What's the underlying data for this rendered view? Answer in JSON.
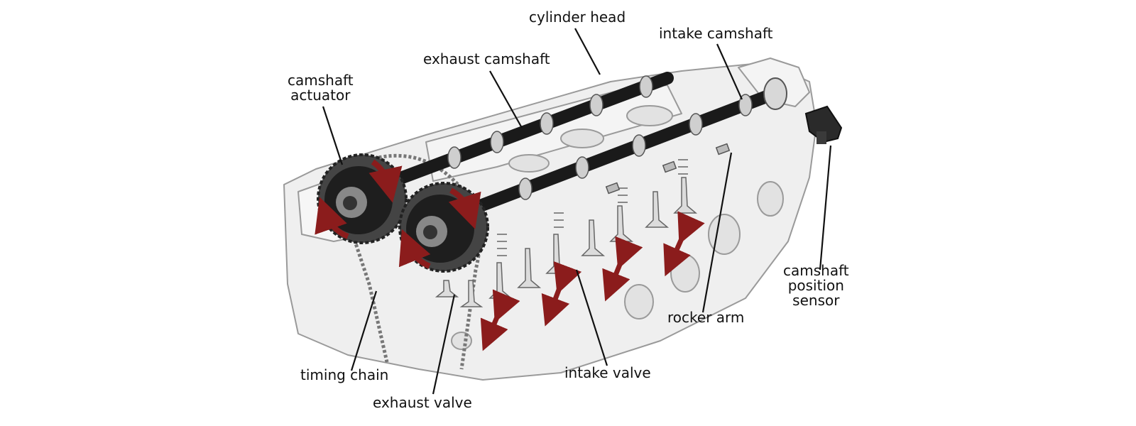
{
  "labels": {
    "cylinder_head": "cylinder head",
    "intake_camshaft": "intake camshaft",
    "exhaust_camshaft": "exhaust camshaft",
    "camshaft_actuator": [
      "camshaft",
      "actuator"
    ],
    "camshaft_position_sensor": [
      "camshaft",
      "position",
      "sensor"
    ],
    "rocker_arm": "rocker arm",
    "timing_chain": "timing chain",
    "intake_valve": "intake valve",
    "exhaust_valve": "exhaust valve"
  },
  "colors": {
    "arrow": "#8b1c1c",
    "camshaft": "#1a1a1a",
    "engine_outline": "#9a9a9a",
    "engine_fill": "#efefef",
    "leader_line": "#111111"
  }
}
